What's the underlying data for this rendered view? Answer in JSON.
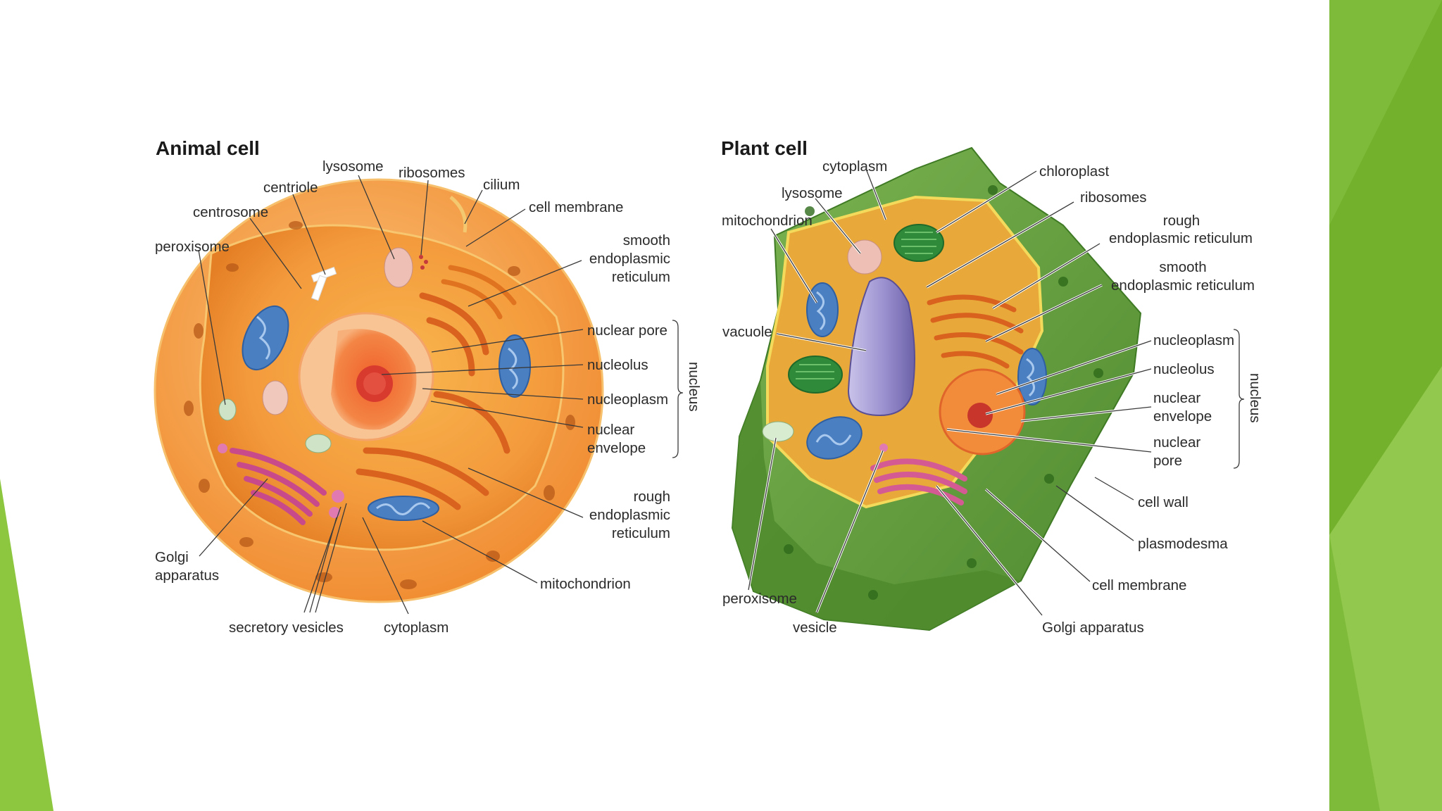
{
  "animal_cell": {
    "title": "Animal cell",
    "labels": {
      "lysosome": "lysosome",
      "ribosomes": "ribosomes",
      "cilium": "cilium",
      "centriole": "centriole",
      "cell_membrane": "cell membrane",
      "centrosome": "centrosome",
      "peroxisome": "peroxisome",
      "smooth_er_1": "smooth",
      "smooth_er_2": "endoplasmic",
      "smooth_er_3": "reticulum",
      "nuclear_pore": "nuclear pore",
      "nucleolus": "nucleolus",
      "nucleoplasm": "nucleoplasm",
      "nuclear_envelope_1": "nuclear",
      "nuclear_envelope_2": "envelope",
      "nucleus_bracket": "nucleus",
      "rough_er_1": "rough",
      "rough_er_2": "endoplasmic",
      "rough_er_3": "reticulum",
      "golgi_1": "Golgi",
      "golgi_2": "apparatus",
      "mitochondrion": "mitochondrion",
      "secretory_vesicles": "secretory vesicles",
      "cytoplasm": "cytoplasm"
    }
  },
  "plant_cell": {
    "title": "Plant cell",
    "labels": {
      "cytoplasm": "cytoplasm",
      "chloroplast": "chloroplast",
      "lysosome": "lysosome",
      "ribosomes": "ribosomes",
      "mitochondrion": "mitochondrion",
      "rough_er_1": "rough",
      "rough_er_2": "endoplasmic reticulum",
      "smooth_er_1": "smooth",
      "smooth_er_2": "endoplasmic reticulum",
      "vacuole": "vacuole",
      "nucleoplasm": "nucleoplasm",
      "nucleolus": "nucleolus",
      "nuclear_envelope_1": "nuclear",
      "nuclear_envelope_2": "envelope",
      "nuclear_pore_1": "nuclear",
      "nuclear_pore_2": "pore",
      "nucleus_bracket": "nucleus",
      "cell_wall": "cell wall",
      "plasmodesma": "plasmodesma",
      "cell_membrane": "cell membrane",
      "peroxisome": "peroxisome",
      "vesicle": "vesicle",
      "golgi": "Golgi apparatus"
    }
  },
  "colors": {
    "slide_accent_green": "#8dc63f",
    "slide_accent_dark": "#6aa820",
    "animal_cytoplasm": "#f39a3c",
    "plant_wall": "#5e9e3a",
    "plant_cytoplasm": "#e8a93a",
    "mitochondria_blue": "#4a7fc1",
    "vacuole_purple": "#8f86c6"
  }
}
